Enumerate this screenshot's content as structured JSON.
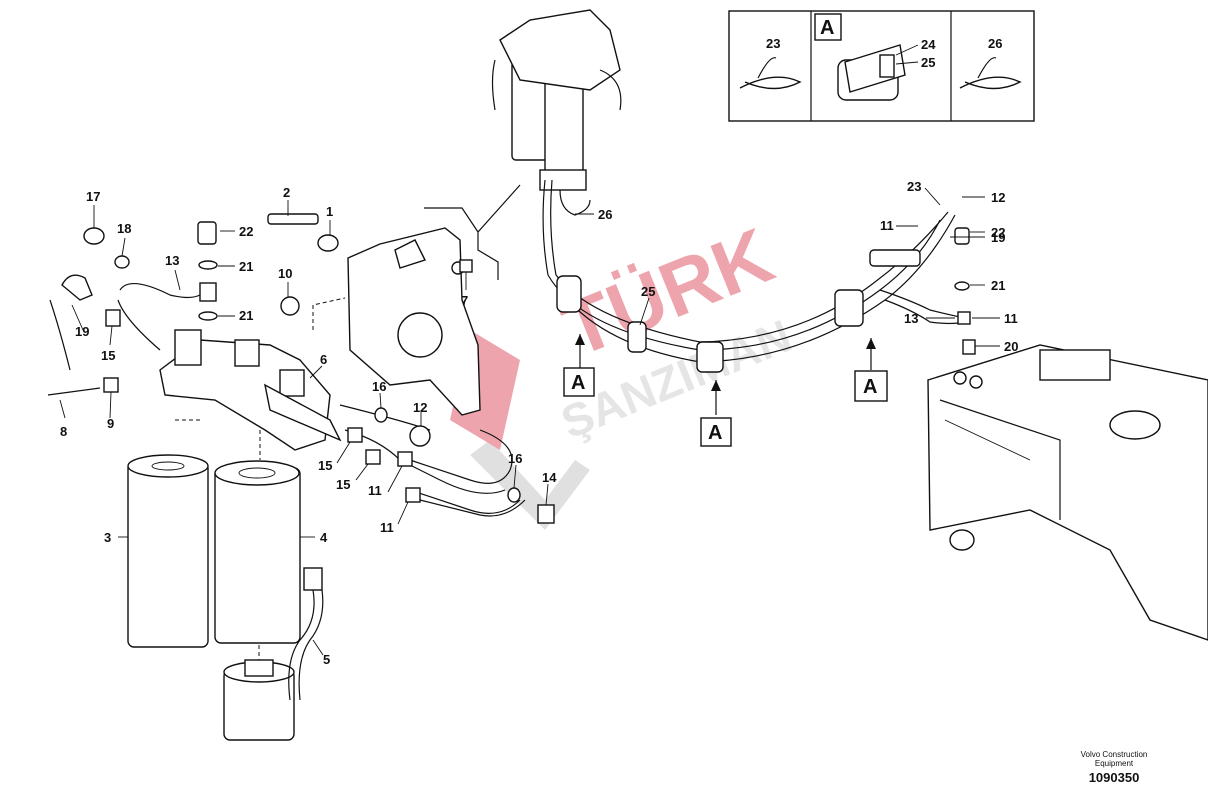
{
  "footer": {
    "brand_line1": "Volvo Construction",
    "brand_line2": "Equipment",
    "drawing_number": "1090350"
  },
  "watermark": {
    "line1": "TÜRK",
    "line2": "ŞANZIMAN",
    "color": "#e05a6a"
  },
  "detail_box": {
    "label": "A",
    "callouts": [
      "23",
      "24",
      "25",
      "26"
    ]
  },
  "section_markers": [
    "A",
    "A",
    "A"
  ],
  "callouts": [
    "1",
    "2",
    "3",
    "4",
    "5",
    "6",
    "7",
    "8",
    "9",
    "10",
    "11",
    "11",
    "11",
    "11",
    "12",
    "12",
    "13",
    "13",
    "14",
    "15",
    "15",
    "15",
    "16",
    "16",
    "17",
    "18",
    "19",
    "19",
    "20",
    "21",
    "21",
    "21",
    "22",
    "22",
    "23",
    "25",
    "26"
  ]
}
